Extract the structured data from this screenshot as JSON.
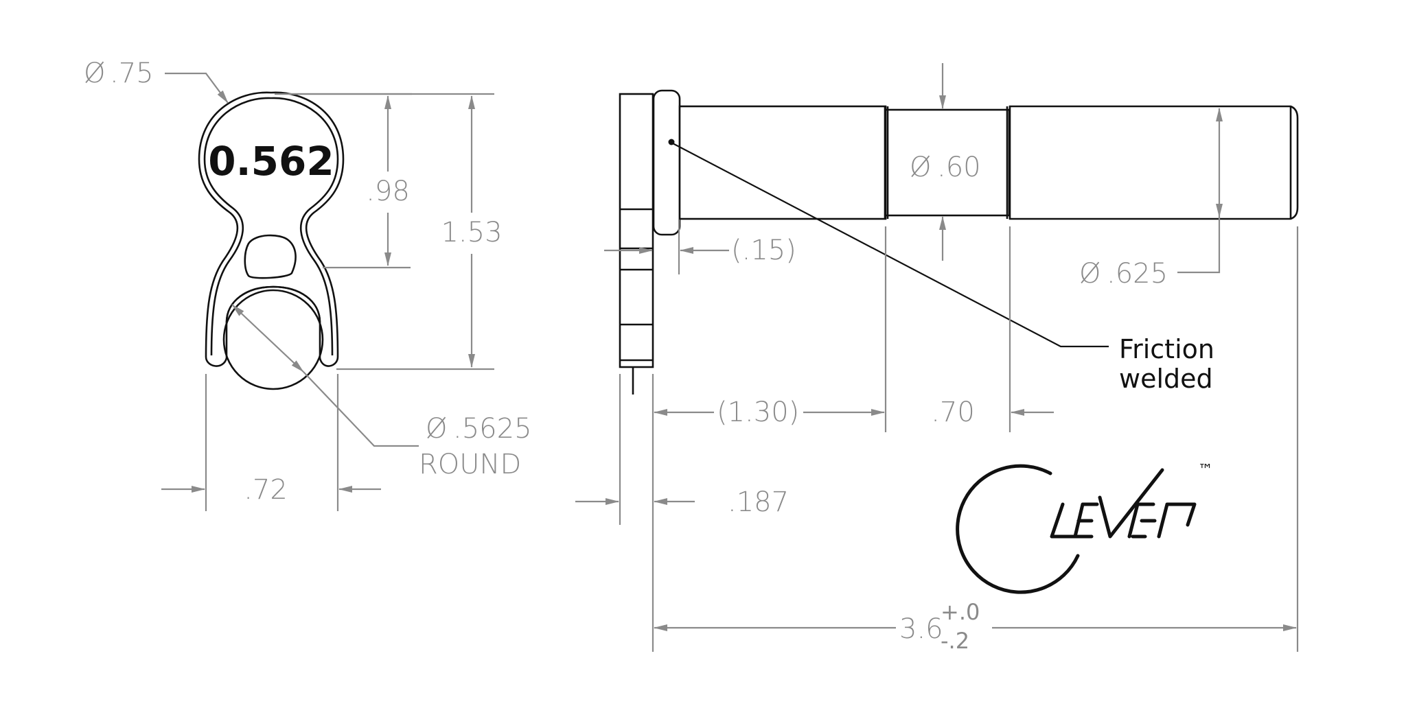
{
  "drawing": {
    "part_stamp": "0.562",
    "head_dimensions": {
      "outer_diameter": ".75",
      "neck_height": ".98",
      "overall_height": "1.53",
      "hole_diameter": ".5625",
      "hole_type": "ROUND",
      "width": ".72"
    },
    "shaft_dimensions": {
      "groove_diameter": ".60",
      "collar_gap": "(.15)",
      "pin_diameter": ".625",
      "first_section": "(1.30)",
      "groove_length": ".70",
      "head_thickness": ".187",
      "overall_length": "3.6",
      "tol_plus": "+.0",
      "tol_minus": "-.2"
    },
    "note": {
      "line1": "Friction",
      "line2": "welded"
    },
    "logo": {
      "trademark": "™",
      "icon": "clever-logo-icon"
    },
    "diameter_symbol": "Ø",
    "colors": {
      "part_line": "#111111",
      "dimension": "#8a8a8a",
      "background": "#ffffff"
    }
  }
}
